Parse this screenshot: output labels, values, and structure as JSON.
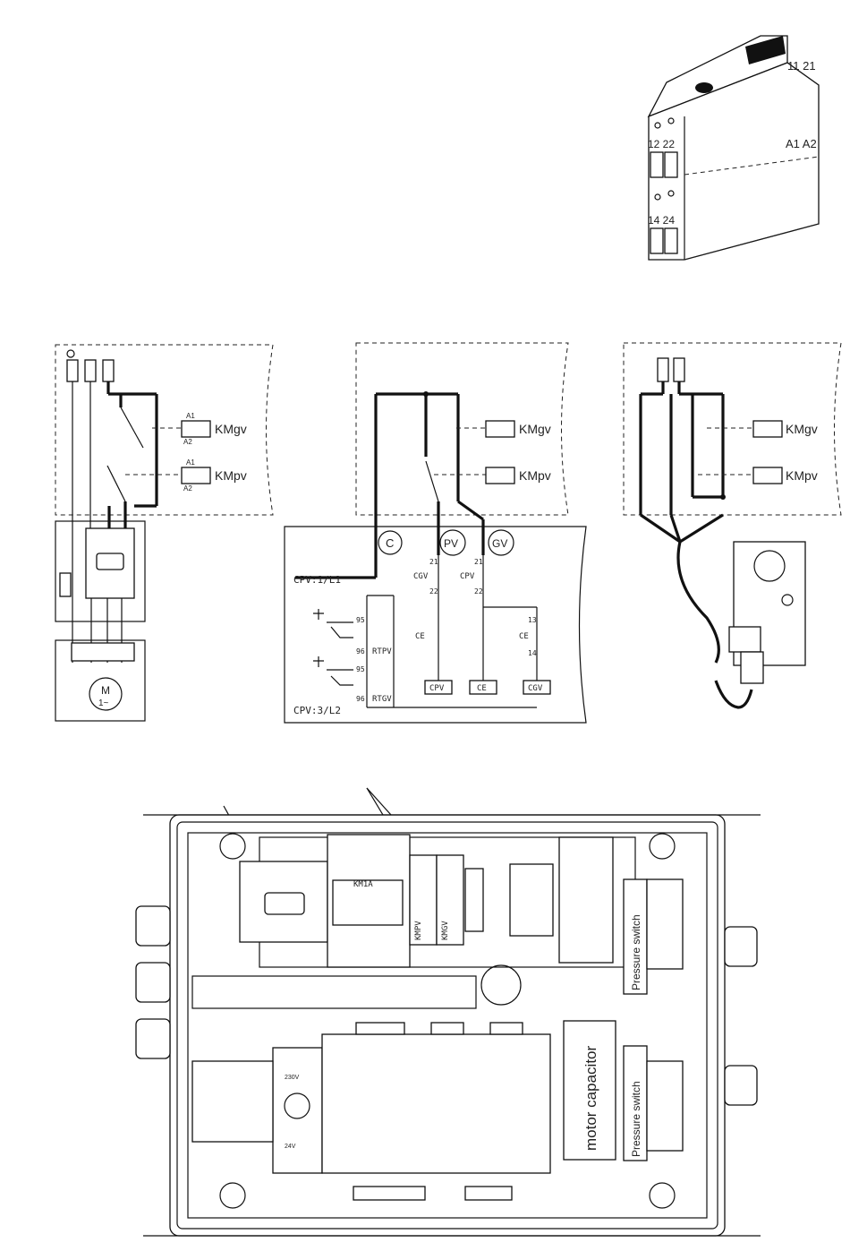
{
  "relay": {
    "terminals_top": "11 21",
    "terminals_side": "A1 A2",
    "terminals_mid": "12 22",
    "terminals_bottom": "14 24"
  },
  "left_diagram": {
    "coil_upper": "KMgv",
    "coil_lower": "KMpv",
    "a1": "A1",
    "a2": "A2",
    "motor": "M",
    "motor_sub": "1~"
  },
  "middle_diagram": {
    "circle_c": "C",
    "circle_pv": "PV",
    "circle_gv": "GV",
    "coil_upper": "KMgv",
    "coil_lower": "KMpv",
    "line1": "CPV:1/L1",
    "line2": "CPV:3/L2",
    "contact_cgv": "CGV",
    "contact_cpv": "CPV",
    "contact_ce_left": "CE",
    "contact_ce_right": "CE",
    "rtpv": "RTPV",
    "rtgv": "RTGV",
    "box_cpv": "CPV",
    "box_ce": "CE",
    "box_cgv": "CGV",
    "n21": "21",
    "n22": "22",
    "n95": "95",
    "n96": "96",
    "n13": "13",
    "n14": "14"
  },
  "right_diagram": {
    "coil_upper": "KMgv",
    "coil_lower": "KMpv"
  },
  "panel": {
    "kmpv": "KMPV",
    "kmgv": "KMGV",
    "km1a": "KM1A",
    "pressure_switch_top": "Pressure switch",
    "pressure_switch_bottom": "Pressure switch",
    "motor_capacitor": "motor capacitor",
    "v230": "230V",
    "v24": "24V"
  }
}
